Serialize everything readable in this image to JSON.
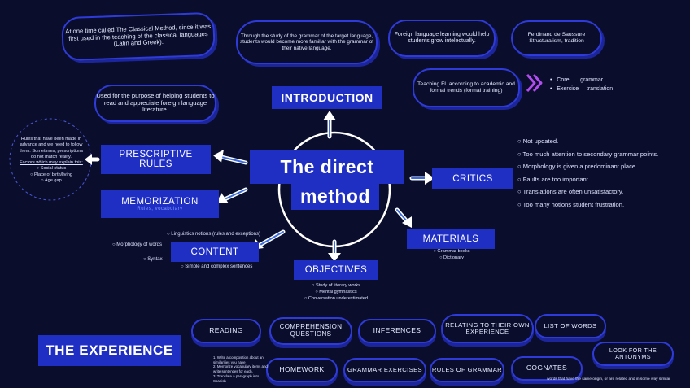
{
  "top_notes": {
    "classical": "At one time called The Classical Method, since it was first used in the teaching of the classical languages (Latin and Greek).",
    "grammar_study": "Through the study of the grammar of the target language, students would become more familiar with the grammar of their native language.",
    "intellectual": "Foreign language learning would help students grow intelectually.",
    "saussure": "Ferdinand de Saussure Structuralism, tradition",
    "purpose": "Used for the purpose of helping students to read and appreciate foreign language literature.",
    "teaching_fl": "Teaching FL according to academic and formal trends (formal training)"
  },
  "core_list": [
    {
      "a": "Core",
      "b": "grammar"
    },
    {
      "a": "Exercise",
      "b": "translation"
    }
  ],
  "center": {
    "line1": "The direct",
    "line2": "method"
  },
  "nodes": {
    "introduction": "INTRODUCTION",
    "prescriptive_1": "PRESCRIPTIVE",
    "prescriptive_2": "RULES",
    "memorization": "MEMORIZATION",
    "memorization_sub": "Rules, vocabulary",
    "content": "CONTENT",
    "objectives": "OBJECTIVES",
    "materials": "MATERIALS",
    "critics": "CRITICS"
  },
  "prescriptive_note": [
    "Rules that have been made in",
    "advance and we need to follow",
    "them.  Sometimes, prescriptions",
    "do not match reality.",
    "Factors which may explain this:",
    "○ Social status",
    "○ Place of birth/living",
    "○ Age gap"
  ],
  "content_notes": {
    "n1": "○  Linguistics notions (rules and exceptions)",
    "n2": "○ Morphology of words",
    "n3": "○  Syntax",
    "n4": "○  Simple and complex sentences"
  },
  "objectives_notes": [
    "○ Study of literary works",
    "○ Mental gymnastics",
    "○ Conversation underestimated"
  ],
  "materials_notes": [
    "○ Grammar books",
    "○ Dictionary"
  ],
  "critics_notes": [
    "○  Not updated.",
    "○  Too much attention to secondary grammar points.",
    "○  Morphology is given a predominant place.",
    "○  Faults are too important.",
    "○  Translations are often unsatisfactory.",
    "○  Too many notions      student frustration."
  ],
  "experience": {
    "title": "THE EXPERIENCE",
    "items": {
      "reading": "READING",
      "comprehension": "COMPREHENSION QUESTIONS",
      "inferences": "INFERENCES",
      "relating": "RELATING TO THEIR OWN EXPERIENCE",
      "list_of_words": "LIST OF WORDS",
      "homework": "HOMEWORK",
      "grammar_exercises": "GRAMMAR EXERCISES",
      "rules_of_grammar": "RULES OF GRAMMAR",
      "cognates": "COGNATES",
      "antonyms": "LOOK FOR THE ANTONYMS"
    },
    "homework_notes": [
      "1.  Write a composition about an",
      "     similarities you have",
      "2.  Memorize vocabulary items and",
      "     write sentences for each.",
      "3.  Translate a paragraph into",
      "     Spanish"
    ],
    "cognates_note": "words that have the same origin, or are related and in some way similar"
  },
  "colors": {
    "background": "#0a0e2c",
    "accent_blue": "#1f2fc4",
    "outline_blue": "#2f3bd9",
    "arrow_purple": "#b14df0"
  }
}
